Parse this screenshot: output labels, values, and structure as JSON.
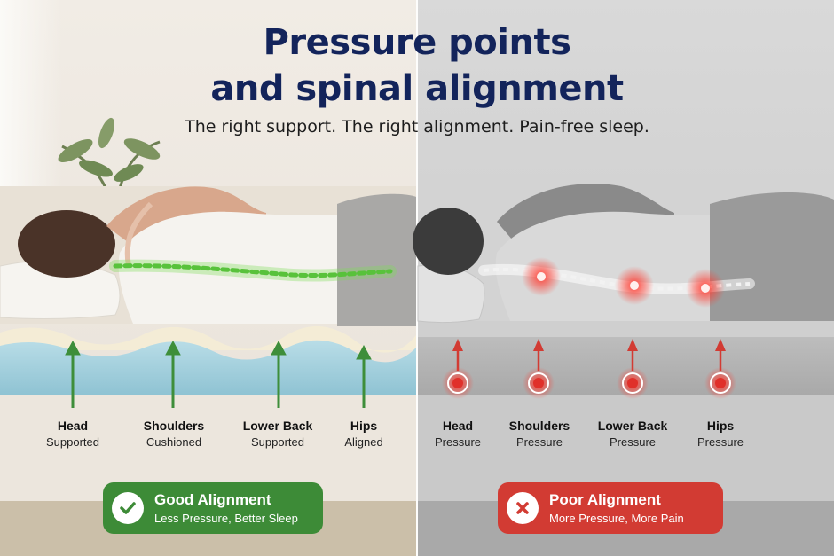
{
  "headline": {
    "title_line1": "Pressure points",
    "title_line2": "and spinal alignment",
    "subtitle": "The right support. The right alignment. Pain-free sleep."
  },
  "good": {
    "points": [
      {
        "title": "Head",
        "sub": "Supported"
      },
      {
        "title": "Shoulders",
        "sub": "Cushioned"
      },
      {
        "title": "Lower Back",
        "sub": "Supported"
      },
      {
        "title": "Hips",
        "sub": "Aligned"
      }
    ],
    "badge": {
      "title": "Good Alignment",
      "sub": "Less Pressure, Better Sleep",
      "icon": "check-icon"
    },
    "color": "#3d8b37"
  },
  "bad": {
    "points": [
      {
        "title": "Head",
        "sub": "Pressure"
      },
      {
        "title": "Shoulders",
        "sub": "Pressure"
      },
      {
        "title": "Lower Back",
        "sub": "Pressure"
      },
      {
        "title": "Hips",
        "sub": "Pressure"
      }
    ],
    "badge": {
      "title": "Poor Alignment",
      "sub": "More Pressure, More Pain",
      "icon": "x-icon"
    },
    "color": "#d23b33"
  }
}
